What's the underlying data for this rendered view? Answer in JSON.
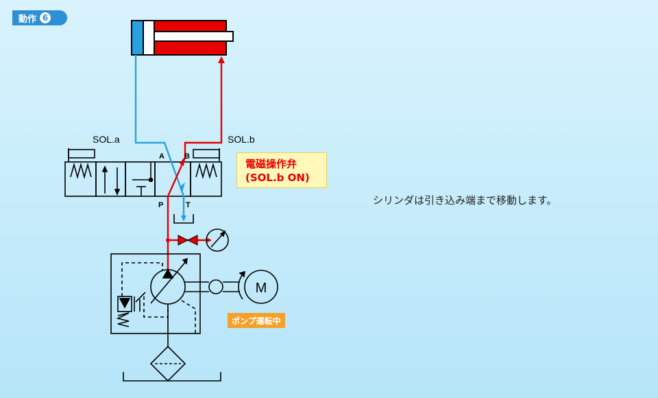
{
  "header": {
    "badge_label": "動作",
    "badge_number": "6"
  },
  "ports": {
    "a": "A",
    "b": "B",
    "p": "P",
    "t": "T"
  },
  "solenoids": {
    "left": "SOL.a",
    "right": "SOL.b"
  },
  "callout": {
    "line1": "電磁操作弁",
    "line2": "(SOL.b ON)"
  },
  "pump_status": "ポンプ運転中",
  "description": "シリンダは引き込み端まで移動します。",
  "motor_label": "M",
  "colors": {
    "pressure_line": "#e60000",
    "return_line": "#2aa0e0",
    "background": "#c6ecfb",
    "callout_bg": "#fff8b8",
    "status_bg": "#f5a02a"
  }
}
